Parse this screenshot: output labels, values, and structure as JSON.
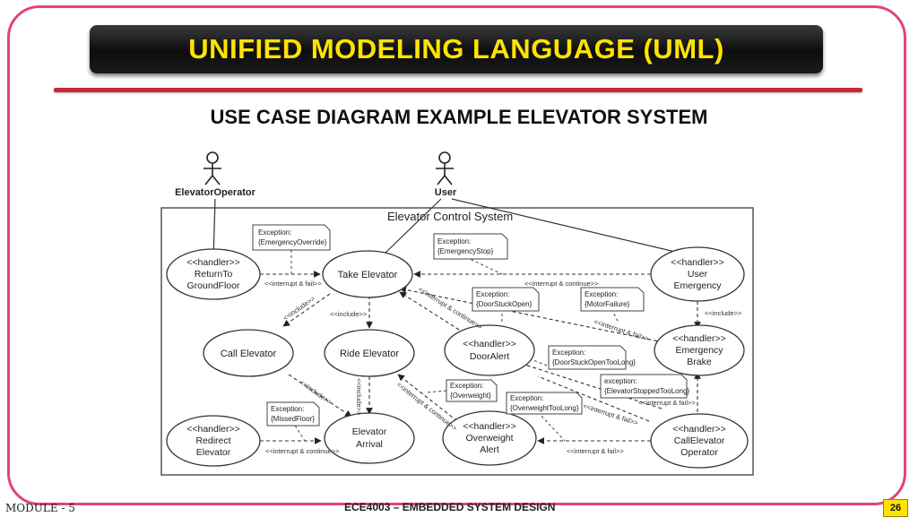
{
  "slide": {
    "title": "UNIFIED MODELING LANGUAGE (UML)",
    "subtitle": "USE CASE DIAGRAM EXAMPLE ELEVATOR SYSTEM",
    "footer_module": "MODULE - 5",
    "footer_course": "ECE4003 – EMBEDDED SYSTEM DESIGN",
    "page_number": "26"
  },
  "diagram": {
    "system_name": "Elevator Control System",
    "actors": {
      "elevator_operator": "ElevatorOperator",
      "user": "User"
    },
    "use_cases": {
      "return_to_ground": [
        "<<handler>>",
        "ReturnTo",
        "GroundFloor"
      ],
      "take_elevator": [
        "Take Elevator"
      ],
      "user_emergency": [
        "<<handler>>",
        "User",
        "Emergency"
      ],
      "call_elevator": [
        "Call Elevator"
      ],
      "ride_elevator": [
        "Ride Elevator"
      ],
      "door_alert": [
        "<<handler>>",
        "DoorAlert"
      ],
      "emergency_brake": [
        "<<handler>>",
        "Emergency",
        "Brake"
      ],
      "redirect_elevator": [
        "<<handler>>",
        "Redirect",
        "Elevator"
      ],
      "elevator_arrival": [
        "Elevator",
        "Arrival"
      ],
      "overweight_alert": [
        "<<handler>>",
        "Overweight",
        "Alert"
      ],
      "call_elevator_operator": [
        "<<handler>>",
        "CallElevator",
        "Operator"
      ]
    },
    "notes": {
      "emergency_override": [
        "Exception:",
        "{EmergencyOverride}"
      ],
      "emergency_stop": [
        "Exception:",
        "{EmergencyStop}"
      ],
      "door_stuck_open": [
        "Exception:",
        "{DoorStuckOpen}"
      ],
      "motor_failure": [
        "Exception:",
        "{MotorFailure}"
      ],
      "door_stuck_open_too_long": [
        "Exception:",
        "{DoorStuckOpenTooLong}"
      ],
      "elevator_stopped_too_long": [
        "exception:",
        "{ElevatorStoppedTooLong}"
      ],
      "overweight": [
        "Exception:",
        "{Overweight}"
      ],
      "overweight_too_long": [
        "Exception:",
        "{OverweightTooLong}"
      ],
      "missed_floor": [
        "Exception:",
        "{MissedFloor}"
      ]
    },
    "labels": {
      "interrupt_fail_1": "<<interrupt & fail>>",
      "interrupt_continue_1": "<<interrupt & continue>>",
      "include_1": "<<include>>",
      "include_2": "<<include>>",
      "interrupt_continue_2": "<<interrupt & continue>>",
      "interrupt_fail_2": "<<interrupt & fail>>",
      "include_3": "<<include>>",
      "include_4": "<<include>>",
      "include_5": "<<include>>",
      "interrupt_continue_3": "<<interrupt & continue>>",
      "interrupt_fail_3": "<<interrupt & fail>>",
      "interrupt_fail_4": "<<interrupt & fail>>",
      "interrupt_continue_4": "<<interrupt & continue>>",
      "interrupt_fail_5": "<<interrupt & fail>>"
    }
  }
}
